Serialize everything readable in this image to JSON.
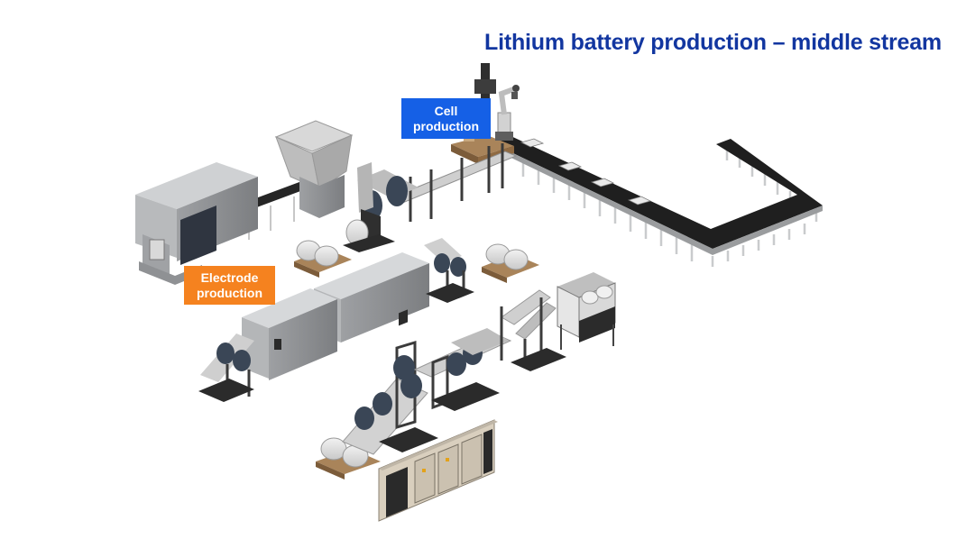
{
  "title": "Lithium battery production – middle stream",
  "labels": {
    "cell": [
      "Cell",
      "production"
    ],
    "electrode": [
      "Electrode",
      "production"
    ]
  },
  "colors": {
    "title": "#1236a0",
    "cell_label_bg": "#1560e6",
    "electrode_label_bg": "#f5821f",
    "machine_gray": "#b4b6b8",
    "conveyor_dark": "#2b2b2b",
    "roll_dark": "#3a4656",
    "pallet_wood": "#a9845a"
  },
  "icons": [
    "mixer-machine",
    "hopper",
    "coating-oven",
    "calender-roller",
    "slitting-machine",
    "robot-arm",
    "stacker-crane",
    "conveyor-belt",
    "control-cabinet",
    "pallet-with-rolls"
  ]
}
